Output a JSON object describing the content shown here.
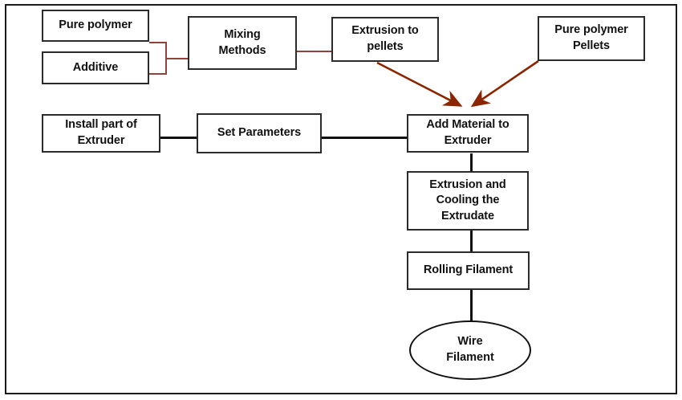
{
  "figure": {
    "type": "flowchart",
    "title": "Filament extrusion process flowchart",
    "frame_color": "#1a1a1a",
    "box_border_color": "#2b2b2b",
    "black_connector_color": "#111111",
    "red_connector_color": "#93413c",
    "arrow_color": "#8B2500"
  },
  "nodes": {
    "pure_polymer": {
      "label": "Pure polymer",
      "shape": "rectangle"
    },
    "additive": {
      "label": "Additive",
      "shape": "rectangle"
    },
    "mixing_methods": {
      "label": "Mixing\nMethods",
      "shape": "rectangle"
    },
    "extrusion_to_pellets": {
      "label": "Extrusion to\npellets",
      "shape": "rectangle"
    },
    "pure_polymer_pellets": {
      "label": "Pure polymer\nPellets",
      "shape": "rectangle"
    },
    "install_part_of_extruder": {
      "label": "Install part of\nExtruder",
      "shape": "rectangle"
    },
    "set_parameters": {
      "label": "Set Parameters",
      "shape": "rectangle"
    },
    "add_material_to_extruder": {
      "label": "Add Material to\nExtruder",
      "shape": "rectangle"
    },
    "extrusion_and_cooling": {
      "label": "Extrusion and\nCooling the\nExtrudate",
      "shape": "rectangle"
    },
    "rolling_filament": {
      "label": "Rolling Filament",
      "shape": "rectangle"
    },
    "wire_filament": {
      "label": "Wire\nFilament",
      "shape": "ellipse"
    }
  },
  "edges": [
    {
      "from": "pure_polymer",
      "to": "mixing_methods",
      "style": "elbow",
      "color": "#93413c"
    },
    {
      "from": "additive",
      "to": "mixing_methods",
      "style": "elbow",
      "color": "#93413c"
    },
    {
      "from": "mixing_methods",
      "to": "extrusion_to_pellets",
      "style": "straight",
      "color": "#93413c"
    },
    {
      "from": "extrusion_to_pellets",
      "to": "add_material_to_extruder",
      "style": "arrow",
      "color": "#8B2500"
    },
    {
      "from": "pure_polymer_pellets",
      "to": "add_material_to_extruder",
      "style": "arrow",
      "color": "#8B2500"
    },
    {
      "from": "install_part_of_extruder",
      "to": "set_parameters",
      "style": "straight",
      "color": "#111111"
    },
    {
      "from": "set_parameters",
      "to": "add_material_to_extruder",
      "style": "straight",
      "color": "#111111"
    },
    {
      "from": "add_material_to_extruder",
      "to": "extrusion_and_cooling",
      "style": "straight",
      "color": "#111111"
    },
    {
      "from": "extrusion_and_cooling",
      "to": "rolling_filament",
      "style": "straight",
      "color": "#111111"
    },
    {
      "from": "rolling_filament",
      "to": "wire_filament",
      "style": "straight",
      "color": "#111111"
    }
  ]
}
